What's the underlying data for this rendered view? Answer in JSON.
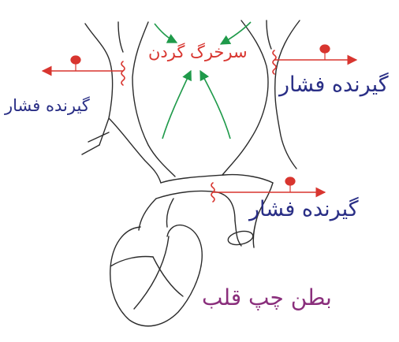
{
  "labels": {
    "carotid": "سرخرگ گردن",
    "baroreceptor_left": "گیرنده فشار",
    "baroreceptor_right_top": "گیرنده فشار",
    "baroreceptor_aorta": "گیرنده فشار",
    "left_ventricle": "بطن چپ قلب"
  },
  "colors": {
    "outline": "#2b2b2b",
    "signal_arrow": "#d8352f",
    "blood_flow_arrow": "#1f9a4a",
    "label_blue": "#2a2f86",
    "label_red": "#d8352f",
    "label_purple": "#8a2f7c"
  },
  "icons": {
    "receptor": "pressure-sensor-icon",
    "nerve_ending": "nerve-ending-icon"
  }
}
